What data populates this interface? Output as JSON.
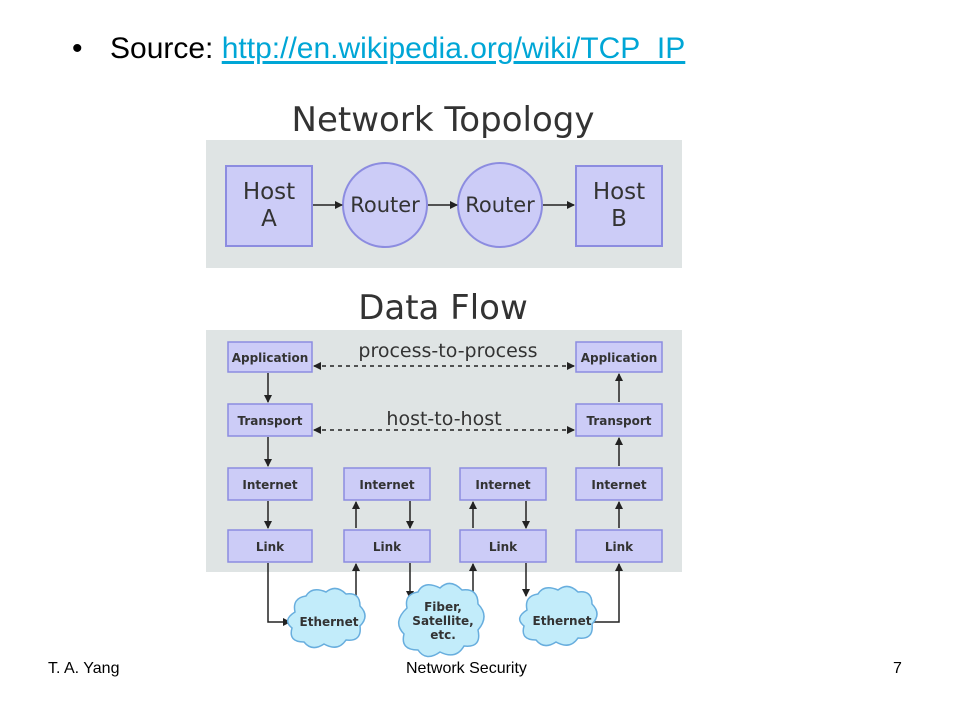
{
  "slide": {
    "bullet_label": "Source:",
    "link_text": "http://en.wikipedia.org/wiki/TCP_IP"
  },
  "diagram": {
    "topology_title": "Network Topology",
    "host_a_line1": "Host",
    "host_a_line2": "A",
    "router1": "Router",
    "router2": "Router",
    "host_b_line1": "Host",
    "host_b_line2": "B",
    "dataflow_title": "Data Flow",
    "process_to_process": "process-to-process",
    "host_to_host": "host-to-host",
    "layers": {
      "application": "Application",
      "transport": "Transport",
      "internet": "Internet",
      "link": "Link"
    },
    "clouds": {
      "ethernet_left": "Ethernet",
      "fiber_line1": "Fiber,",
      "fiber_line2": "Satellite,",
      "fiber_line3": "etc.",
      "ethernet_right": "Ethernet"
    },
    "colors": {
      "panel": "#dfe4e4",
      "box_fill": "#ccccf7",
      "box_stroke": "#8c8ce0",
      "cloud_fill": "#c2ecfa",
      "cloud_stroke": "#68aede"
    }
  },
  "footer": {
    "author": "T. A. Yang",
    "course": "Network Security",
    "page": "7"
  }
}
